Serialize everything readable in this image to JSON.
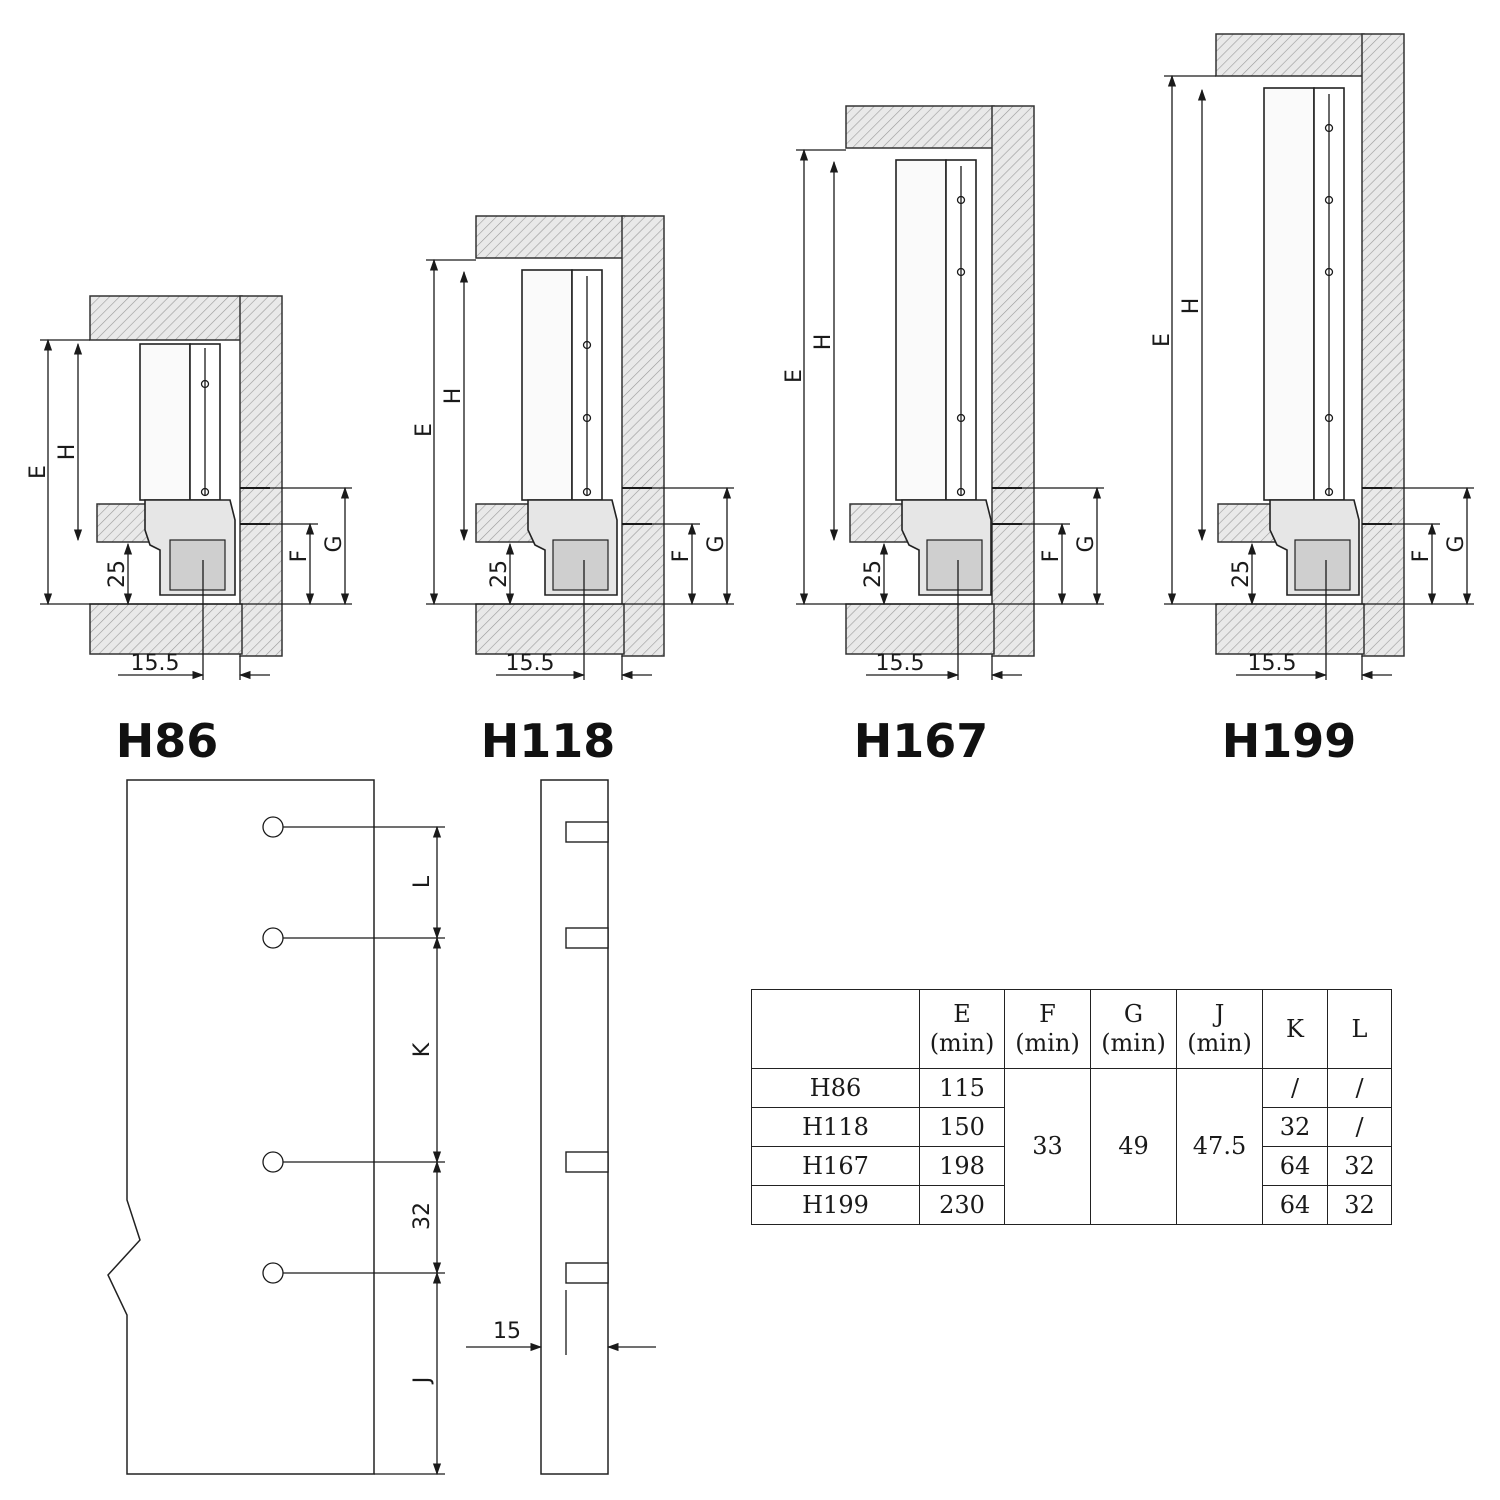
{
  "variants": [
    {
      "id": "H86",
      "title": "H86",
      "dim_e": "E",
      "dim_h": "H",
      "dim_f": "F",
      "dim_g": "G",
      "dim_25": "25",
      "dim_155": "15.5"
    },
    {
      "id": "H118",
      "title": "H118",
      "dim_e": "E",
      "dim_h": "H",
      "dim_f": "F",
      "dim_g": "G",
      "dim_25": "25",
      "dim_155": "15.5"
    },
    {
      "id": "H167",
      "title": "H167",
      "dim_e": "E",
      "dim_h": "H",
      "dim_f": "F",
      "dim_g": "G",
      "dim_25": "25",
      "dim_155": "15.5"
    },
    {
      "id": "H199",
      "title": "H199",
      "dim_e": "E",
      "dim_h": "H",
      "dim_f": "F",
      "dim_g": "G",
      "dim_25": "25",
      "dim_155": "15.5"
    }
  ],
  "back_panel": {
    "dim_l": "L",
    "dim_k": "K",
    "dim_32": "32",
    "dim_j": "J",
    "dim_15": "15"
  },
  "table": {
    "headers": [
      {
        "line1": "",
        "line2": ""
      },
      {
        "line1": "E",
        "line2": "(min)"
      },
      {
        "line1": "F",
        "line2": "(min)"
      },
      {
        "line1": "G",
        "line2": "(min)"
      },
      {
        "line1": "J",
        "line2": "(min)"
      },
      {
        "line1": "K",
        "line2": ""
      },
      {
        "line1": "L",
        "line2": ""
      }
    ],
    "rows": [
      {
        "name": "H86",
        "e": "115",
        "k": "/",
        "l": "/"
      },
      {
        "name": "H118",
        "e": "150",
        "k": "32",
        "l": "/"
      },
      {
        "name": "H167",
        "e": "198",
        "k": "64",
        "l": "32"
      },
      {
        "name": "H199",
        "e": "230",
        "k": "64",
        "l": "32"
      }
    ],
    "shared": {
      "f": "33",
      "g": "49",
      "j": "47.5"
    }
  }
}
